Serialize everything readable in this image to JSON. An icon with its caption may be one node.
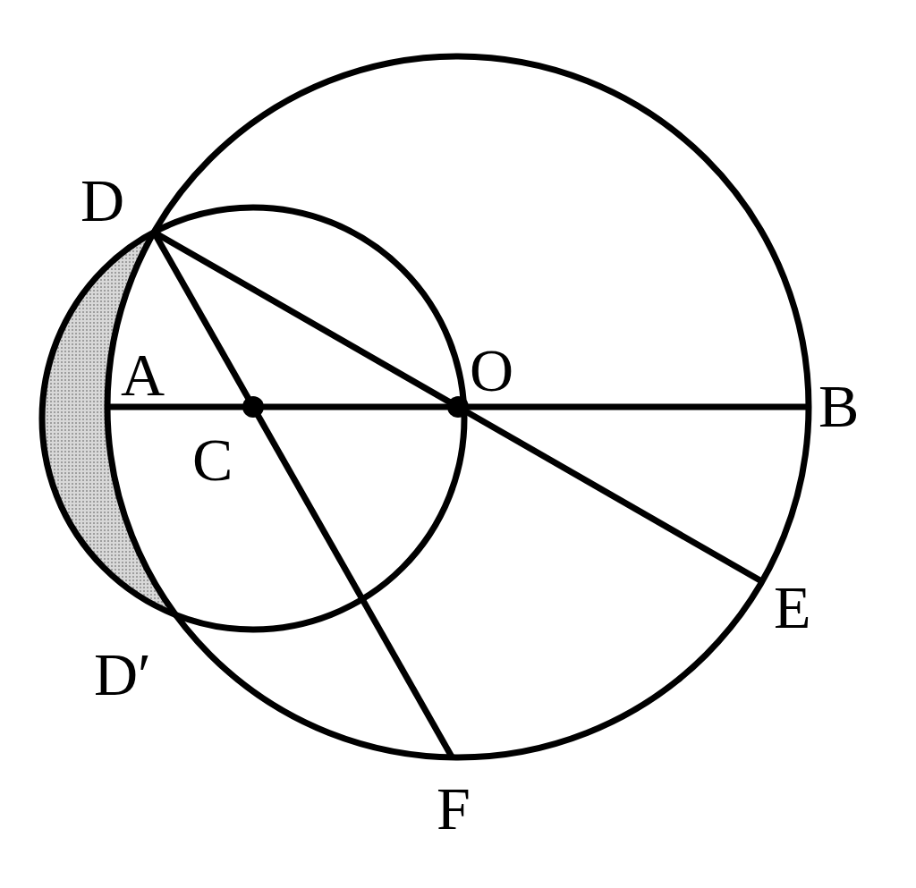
{
  "diagram": {
    "labels": [
      "D",
      "A",
      "O",
      "B",
      "C",
      "E",
      "D′",
      "F"
    ]
  }
}
